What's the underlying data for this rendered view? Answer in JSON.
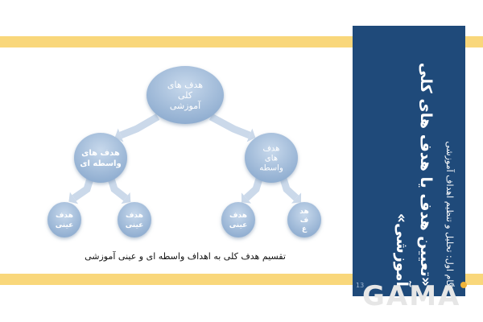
{
  "diagram": {
    "nodes": [
      {
        "id": "root",
        "lines": [
          "هدف های",
          "کلی",
          "آموزشی"
        ]
      },
      {
        "id": "mid-left",
        "lines": [
          "هدف های",
          "واسطه ای"
        ]
      },
      {
        "id": "mid-right",
        "lines": [
          "هدف",
          "های",
          "واسطه"
        ]
      },
      {
        "id": "leaf-1",
        "lines": [
          "هدف",
          "عینی"
        ]
      },
      {
        "id": "leaf-2",
        "lines": [
          "هدف",
          "عینی"
        ]
      },
      {
        "id": "leaf-3",
        "lines": [
          "هدف",
          "عینی"
        ]
      },
      {
        "id": "leaf-4",
        "lines": [
          "هد",
          "ف",
          "ع"
        ]
      }
    ],
    "caption": "تقسیم هدف کلی به اهداف واسطه ای و عینی آموزشی"
  },
  "side_panel": {
    "step_line": "گام اول: تحلیل و تنظیم اهداف آموزشی",
    "title": "«تعیین هدف یا هدف های کلی آموزشی»",
    "page_number": "13"
  },
  "logo": {
    "text": "Gama"
  },
  "colors": {
    "panel": "#1f4a7a",
    "stripe": "#f9d77b",
    "node_fill": "#a9c1dc",
    "arrow_fill": "#cbd9ea",
    "logo": "#e6e6e6"
  }
}
